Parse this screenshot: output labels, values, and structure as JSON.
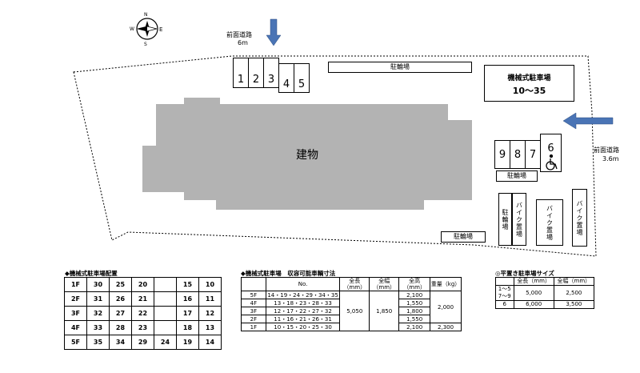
{
  "compass": {
    "n": "N",
    "s": "S",
    "e": "E",
    "w": "W"
  },
  "road_top": {
    "label": "前面道路",
    "width": "6m"
  },
  "road_right": {
    "label": "前面道路",
    "width": "3.6m"
  },
  "building_label": "建物",
  "bike_parking_label": "駐輪場",
  "motorbike_label": "バイク置場",
  "mechanical": {
    "title": "機械式駐車場",
    "range": "10〜35"
  },
  "slots_top": [
    "1",
    "2",
    "3",
    "4",
    "5"
  ],
  "slots_right": [
    "9",
    "8",
    "7",
    "6"
  ],
  "placement": {
    "title": "◆機械式駐車場配置",
    "rows": [
      [
        "1F",
        "30",
        "25",
        "20",
        "",
        "15",
        "10"
      ],
      [
        "2F",
        "31",
        "26",
        "21",
        "",
        "16",
        "11"
      ],
      [
        "3F",
        "32",
        "27",
        "22",
        "",
        "17",
        "12"
      ],
      [
        "4F",
        "33",
        "28",
        "23",
        "",
        "18",
        "13"
      ],
      [
        "5F",
        "35",
        "34",
        "29",
        "24",
        "19",
        "14"
      ]
    ]
  },
  "capacity": {
    "title": "◆機械式駐車場　収容可能車輌寸法",
    "headers": [
      "",
      "No.",
      "全長（mm）",
      "全幅（mm）",
      "全高（mm）",
      "重量（kg）"
    ],
    "rows": [
      {
        "floor": "5F",
        "nos": "14・19・24・29・34・35",
        "height": "2,100"
      },
      {
        "floor": "4F",
        "nos": "13・18・23・28・33",
        "height": "1,550"
      },
      {
        "floor": "3F",
        "nos": "12・17・22・27・32",
        "height": "1,800"
      },
      {
        "floor": "2F",
        "nos": "11・16・21・26・31",
        "height": "1,550"
      },
      {
        "floor": "1F",
        "nos": "10・15・20・25・30",
        "height": "2,100"
      }
    ],
    "length": "5,050",
    "width": "1,850",
    "weight_upper": "2,000",
    "weight_1f": "2,300"
  },
  "flat": {
    "title": "◎平置き駐車場サイズ",
    "headers": [
      "",
      "全長（mm）",
      "全幅（mm）"
    ],
    "rows": [
      {
        "no": "1〜5\n7〜9",
        "length": "5,000",
        "width": "2,500"
      },
      {
        "no": "6",
        "length": "6,000",
        "width": "3,500"
      }
    ]
  }
}
